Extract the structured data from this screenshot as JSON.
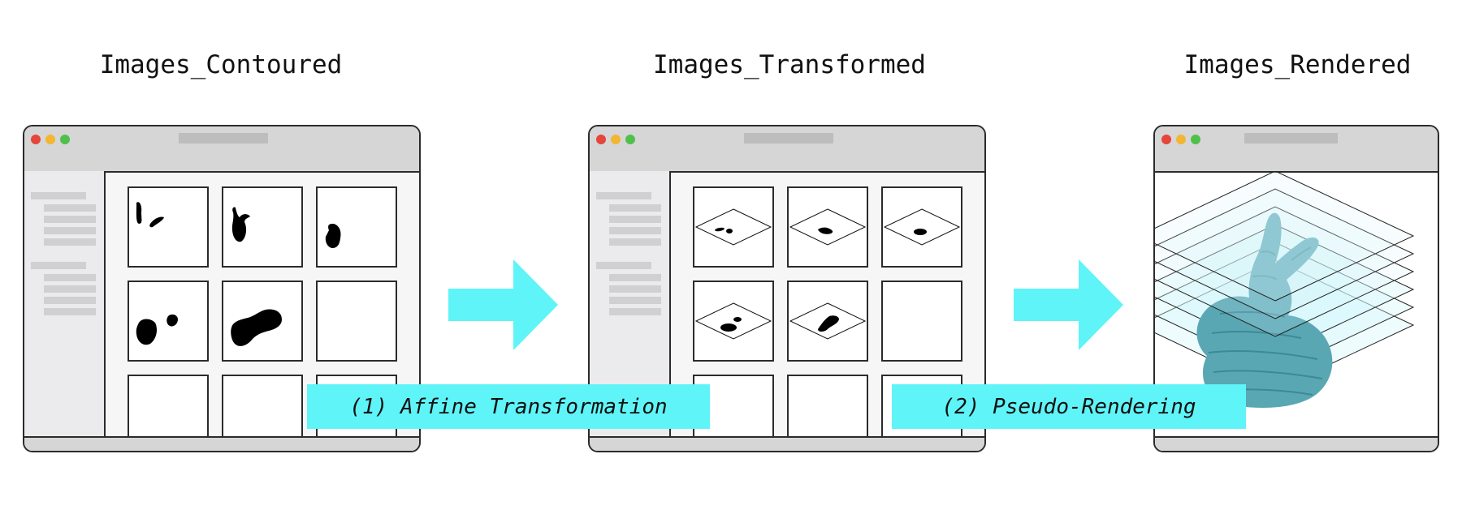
{
  "stages": [
    {
      "title": "Images_Contoured"
    },
    {
      "title": "Images_Transformed"
    },
    {
      "title": "Images_Rendered"
    }
  ],
  "steps": [
    {
      "label": "(1) Affine Transformation"
    },
    {
      "label": "(2) Pseudo-Rendering"
    }
  ],
  "colors": {
    "accent": "#5ff4f8",
    "bunny": "#5aa7b4",
    "window_border": "#2b2b2b",
    "titlebar": "#d6d6d6",
    "traffic_red": "#e5453a",
    "traffic_yellow": "#f2b633",
    "traffic_green": "#4fc14a"
  }
}
